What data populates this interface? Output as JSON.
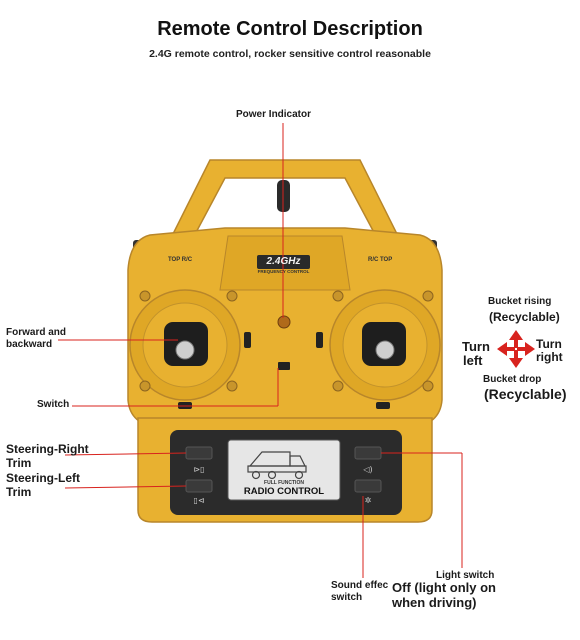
{
  "header": {
    "title": "Remote Control Description",
    "subtitle": "2.4G remote control, rocker sensitive control reasonable"
  },
  "remote": {
    "badge": "2.4GHz",
    "badge_sub": "FREQUENCY CONTROL",
    "left_tag": "TOP R/C",
    "right_tag": "R/C TOP",
    "screen_small": "FULL FUNCTION",
    "screen_main": "RADIO CONTROL",
    "body_color": "#E8B130",
    "accent_color": "#D8231E"
  },
  "labels": {
    "power_indicator": "Power Indicator",
    "forward_backward_1": "Forward and",
    "forward_backward_2": "backward",
    "switch": "Switch",
    "steering_right_1": "Steering-Right",
    "steering_right_2": "Trim",
    "steering_left_1": "Steering-Left",
    "steering_left_2": "Trim",
    "bucket_rising": "Bucket rising",
    "bucket_rising_note": "(Recyclable)",
    "turn_left_1": "Turn",
    "turn_left_2": "left",
    "turn_right_1": "Turn",
    "turn_right_2": "right",
    "bucket_drop": "Bucket drop",
    "bucket_drop_note": "(Recyclable)",
    "sound_effect_1": "Sound effec",
    "sound_effect_2": "switch",
    "light_switch": "Light switch",
    "light_note_1": "Off (light only on",
    "light_note_2": "when driving)"
  }
}
